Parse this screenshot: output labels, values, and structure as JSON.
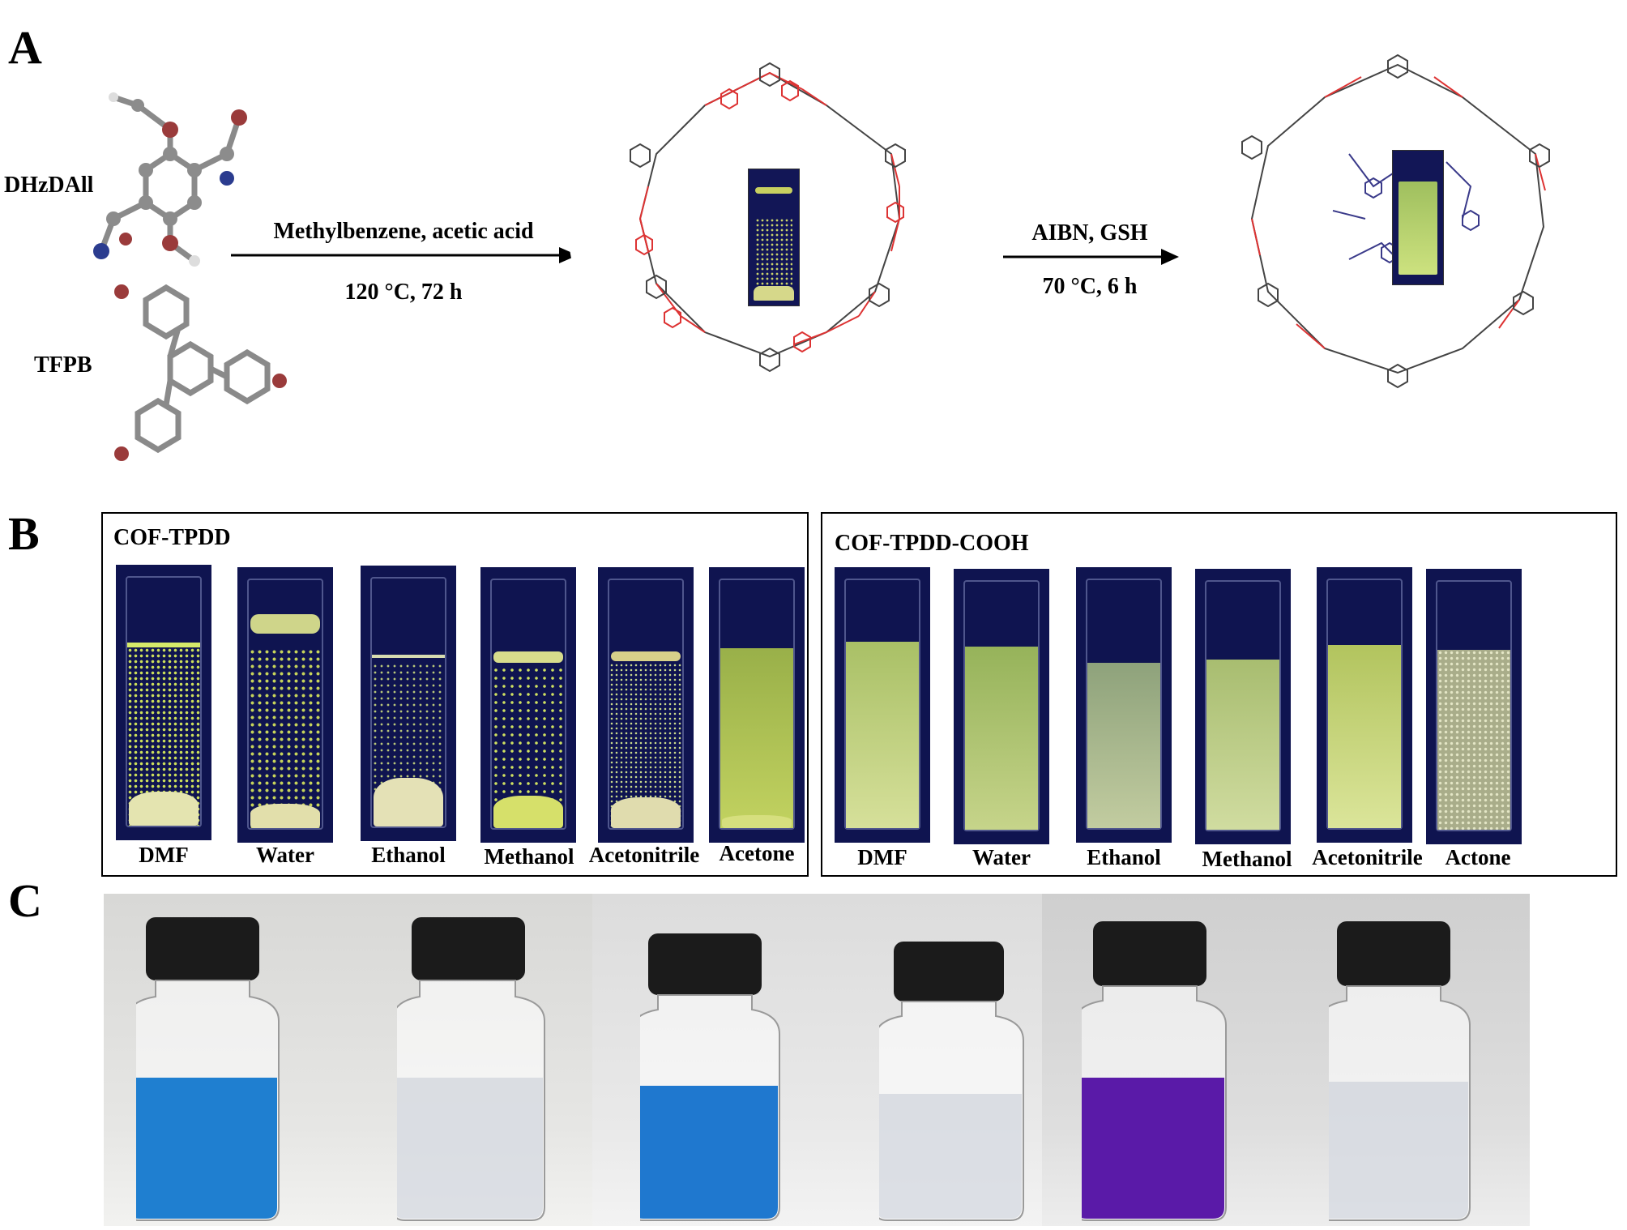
{
  "panel_a": {
    "letter": "A",
    "reactant_1": "DHzDAll",
    "reactant_2": "TFPB",
    "step1_reagents": "Methylbenzene, acetic acid",
    "step1_conditions": "120 °C, 72 h",
    "step2_reagents": "AIBN, GSH",
    "step2_conditions": "70 °C, 6 h",
    "glow_1_color": "#f2e600",
    "glow_2_color": "#f5a445"
  },
  "panel_b": {
    "letter": "B",
    "left_title": "COF-TPDD",
    "right_title": "COF-TPDD-COOH",
    "left_solvents": [
      "DMF",
      "Water",
      "Ethanol",
      "Methanol",
      "Acetonitrile",
      "Acetone"
    ],
    "right_solvents": [
      "DMF",
      "Water",
      "Ethanol",
      "Methanol",
      "Acetonitrile",
      "Actone"
    ]
  },
  "panel_c": {
    "letter": "C",
    "vial_colors": [
      "#1f7fd0",
      "clear",
      "#1f78cf",
      "clear",
      "#5a1aa8",
      "clear"
    ]
  }
}
